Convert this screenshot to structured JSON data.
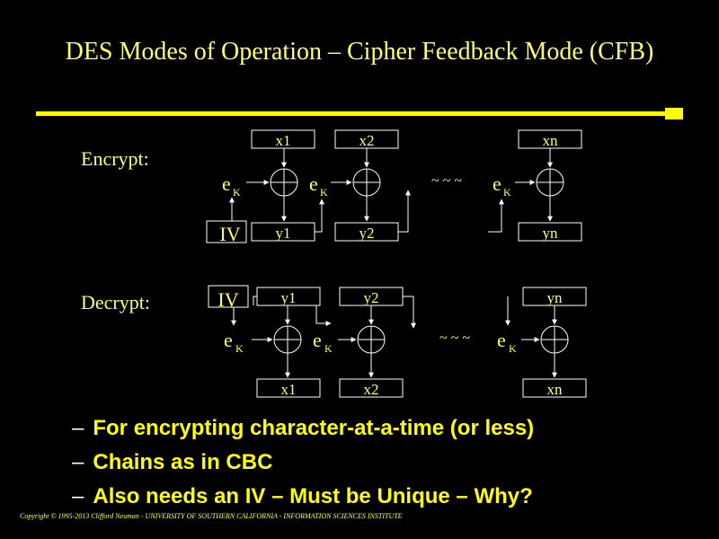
{
  "slide": {
    "title": "DES Modes of Operation – Cipher Feedback Mode (CFB)",
    "encrypt_label": "Encrypt:",
    "decrypt_label": "Decrypt:",
    "bullets": [
      "For encrypting character-at-a-time (or less)",
      "Chains as in CBC",
      "Also needs an IV – Must be Unique – Why?"
    ],
    "bullet_marker": "–",
    "copyright": "Copyright © 1995-2013 Clifford Neuman - UNIVERSITY OF SOUTHERN CALIFORNIA - INFORMATION SCIENCES INSTITUTE"
  },
  "diagram": {
    "encrypt": {
      "inputs": [
        "x1",
        "x2",
        "xn"
      ],
      "outputs": [
        "y1",
        "y2",
        "yn"
      ],
      "iv": "IV",
      "cipher": "e",
      "cipher_sub": "K",
      "ellipsis": "~ ~ ~"
    },
    "decrypt": {
      "inputs": [
        "y1",
        "y2",
        "yn"
      ],
      "outputs": [
        "x1",
        "x2",
        "xn"
      ],
      "iv": "IV",
      "cipher": "e",
      "cipher_sub": "K",
      "ellipsis": "~ ~ ~"
    }
  },
  "colors": {
    "background": "#000000",
    "text": "#FFFF66",
    "rule": "#FFFF00",
    "lines": "#FFFFFF"
  }
}
